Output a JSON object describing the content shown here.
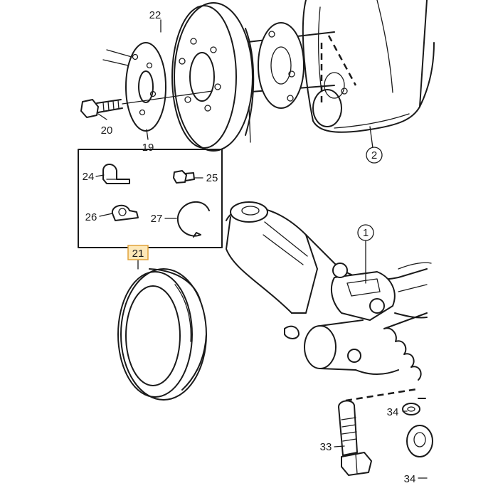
{
  "labels": {
    "p1": "1",
    "p2": "2",
    "p19": "19",
    "p20": "20",
    "p21": "21",
    "p22": "22",
    "p24": "24",
    "p25": "25",
    "p26": "26",
    "p27": "27",
    "p33": "33",
    "p34a": "34",
    "p34b": "34"
  },
  "highlight": {
    "part": "21",
    "fill_color": "#fde8b8",
    "border_color": "#e0a23a"
  },
  "colors": {
    "line": "#1a1a1a",
    "background": "#ffffff"
  }
}
